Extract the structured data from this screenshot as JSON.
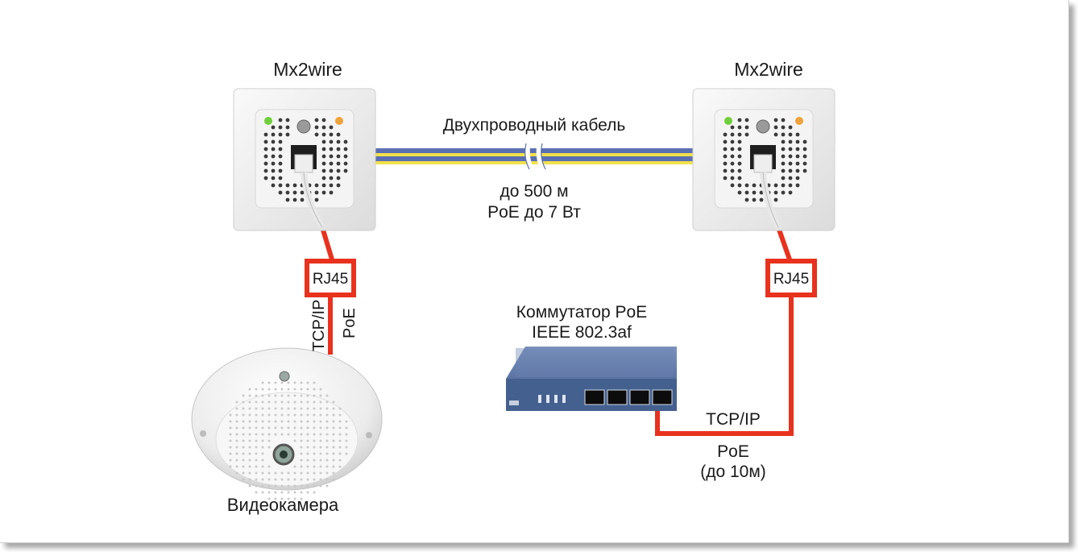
{
  "devices": {
    "mx2wire_left": {
      "title": "Mx2wire"
    },
    "mx2wire_right": {
      "title": "Mx2wire"
    },
    "camera": {
      "label": "Видеокамера"
    },
    "switch": {
      "label_line1": "Коммутатор PoE",
      "label_line2": "IEEE 802.3af"
    }
  },
  "cable": {
    "title": "Двухпроводный кабель",
    "distance": "до 500 м",
    "power": "PoE до 7 Вт"
  },
  "connectors": {
    "left": "RJ45",
    "right": "RJ45"
  },
  "links": {
    "camera_link": {
      "protocol": "TCP/IP",
      "power": "PoE"
    },
    "switch_link": {
      "protocol": "TCP/IP",
      "power": "PoE",
      "distance": "(до 10м)"
    }
  },
  "colors": {
    "link_red": "#e8321e",
    "cable_blue": "#5b6fb2",
    "cable_yellow": "#f2e04a",
    "led_green": "#6fcf3a",
    "led_orange": "#f0a23a",
    "switch_body": "#44608f"
  }
}
